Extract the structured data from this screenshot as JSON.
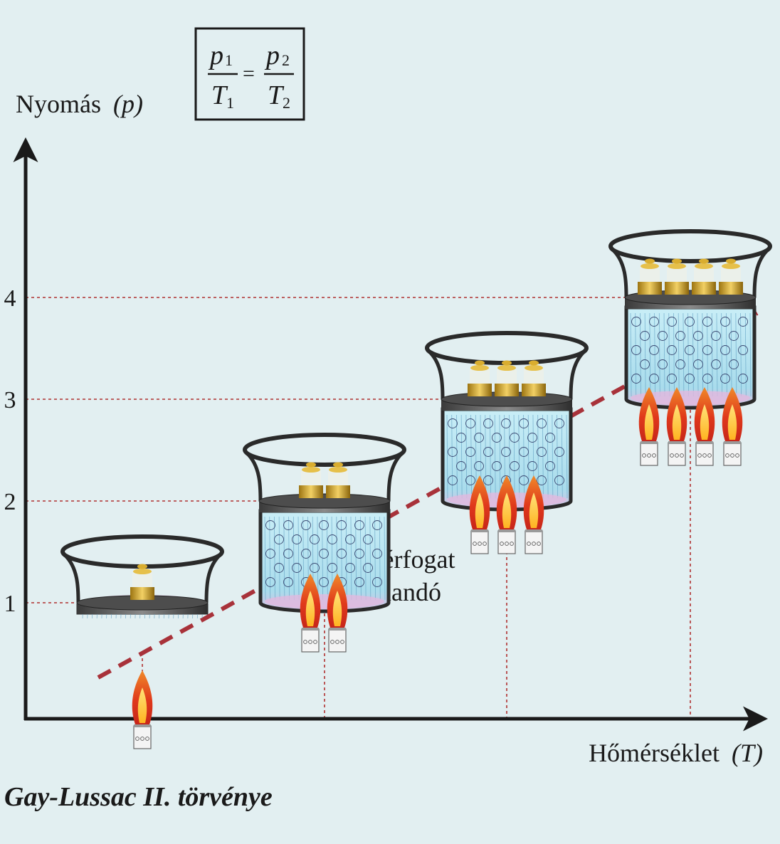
{
  "axes": {
    "y_label": "Nyomás",
    "y_symbol": "(p)",
    "x_label": "Hőmérséklet",
    "x_symbol": "(T)",
    "y_ticks": [
      "1",
      "2",
      "3",
      "4"
    ]
  },
  "formula": {
    "num_left": "p",
    "num_left_sub": "1",
    "den_left": "T",
    "den_left_sub": "1",
    "equals": "=",
    "num_right": "p",
    "num_right_sub": "2",
    "den_right": "T",
    "den_right_sub": "2"
  },
  "trend_label": {
    "line1": "A térfogat",
    "line2": "állandó"
  },
  "caption": "Gay-Lussac II. törvénye",
  "containers": [
    {
      "pressure": 1,
      "weights": 1,
      "burners": 1
    },
    {
      "pressure": 2,
      "weights": 2,
      "burners": 2
    },
    {
      "pressure": 3,
      "weights": 3,
      "burners": 3
    },
    {
      "pressure": 4,
      "weights": 4,
      "burners": 4
    }
  ],
  "colors": {
    "background": "#e2eff1",
    "axis": "#1a1a1a",
    "guide": "#b03030",
    "trend": "#a8323a",
    "water": "#aee0ee",
    "flame_outer": "#e0391b",
    "flame_inner": "#ffd23a",
    "weight": "#d6a92a"
  }
}
